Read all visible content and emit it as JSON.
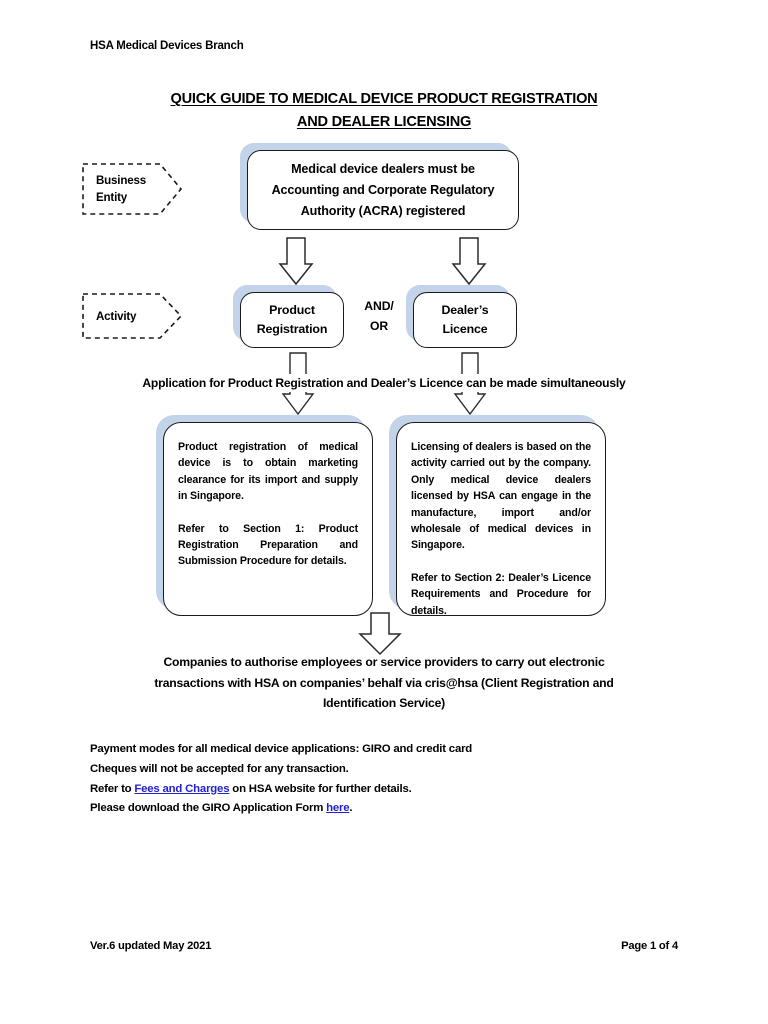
{
  "document": {
    "header": "HSA Medical Devices Branch",
    "title_line1": "QUICK GUIDE TO  MEDICAL DEVICE PRODUCT REGISTRATION",
    "title_line2": "AND DEALER LICENSING"
  },
  "flow": {
    "stage_labels": {
      "business_entity": "Business\nEntity",
      "business_entity_l1": "Business",
      "business_entity_l2": "Entity",
      "activity": "Activity"
    },
    "acra_box": {
      "line1": "Medical device dealers must be",
      "line2": "Accounting and Corporate Regulatory",
      "line3": "Authority (ACRA) registered"
    },
    "product_registration_box": {
      "line1": "Product",
      "line2": "Registration"
    },
    "connector": {
      "line1": "AND/",
      "line2": "OR"
    },
    "dealers_licence_box": {
      "line1": "Dealer’s",
      "line2": "Licence"
    },
    "simultaneous_note": "Application for Product Registration and Dealer’s Licence can be made simultaneously",
    "product_description": {
      "para1": "Product registration of medical device is to obtain marketing clearance for its import and supply in Singapore.",
      "para2_prefix": "Refer to ",
      "para2_bold": "Section 1",
      "para2_suffix": ": Product Registration Preparation and Submission Procedure for details."
    },
    "dealer_description": {
      "para1": "Licensing of dealers is based on the activity carried out by the company. Only medical device dealers licensed by HSA can engage in the manufacture, import and/or wholesale of medical devices in Singapore.",
      "para2_prefix": "Refer to ",
      "para2_bold": "Section 2",
      "para2_suffix": ": Dealer’s Licence Requirements and Procedure for details."
    },
    "cris_note": {
      "line1": "Companies to authorise employees or service providers to carry out electronic",
      "line2": "transactions with HSA on companies’ behalf via cris@hsa (Client Registration and",
      "line3": "Identification Service)"
    }
  },
  "payment_notes": {
    "line1": "Payment modes for all medical device applications: GIRO and credit card",
    "line2": "Cheques will not be accepted for any transaction.",
    "line3_prefix": "Refer to ",
    "line3_link": "Fees and Charges",
    "line3_suffix": " on HSA website for further details.",
    "line4_prefix": "Please download the GIRO Application Form ",
    "line4_link": "here",
    "line4_suffix": "."
  },
  "footer": {
    "version": "Ver.6 updated May 2021",
    "page": "Page 1 of 4"
  },
  "colors": {
    "shadow_blue": "#c3d4ea",
    "link_blue": "#2222cc",
    "outline": "#1a1a1a",
    "page_background": "#ffffff"
  }
}
